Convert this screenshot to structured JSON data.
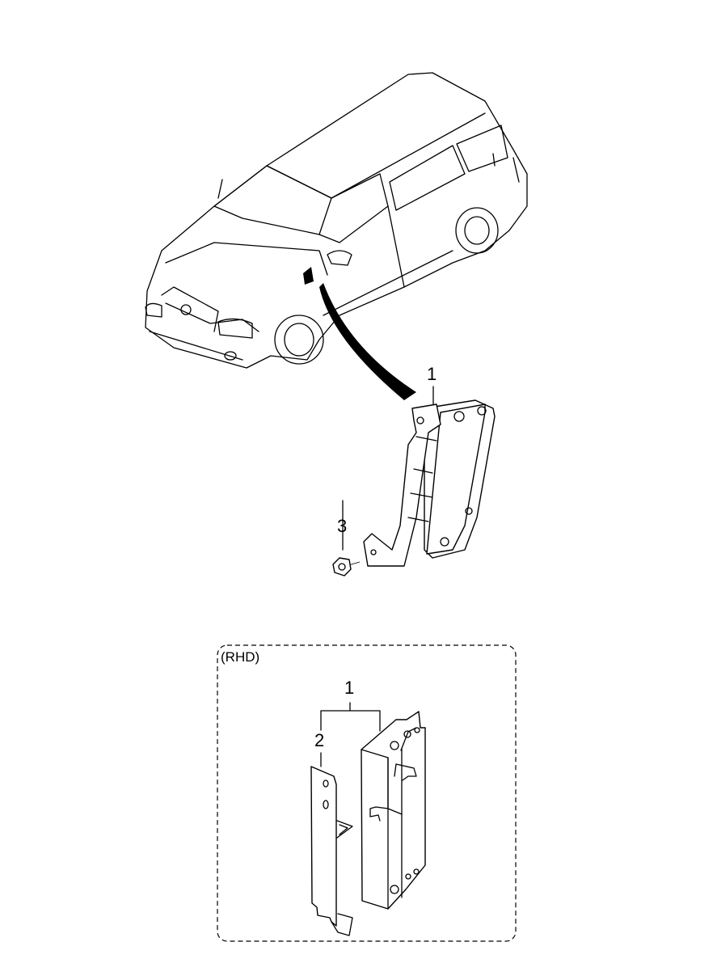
{
  "diagram": {
    "main_callouts": {
      "part_1": "1",
      "part_3": "3"
    },
    "inset": {
      "title": "(RHD)",
      "part_1": "1",
      "part_2": "2"
    }
  }
}
